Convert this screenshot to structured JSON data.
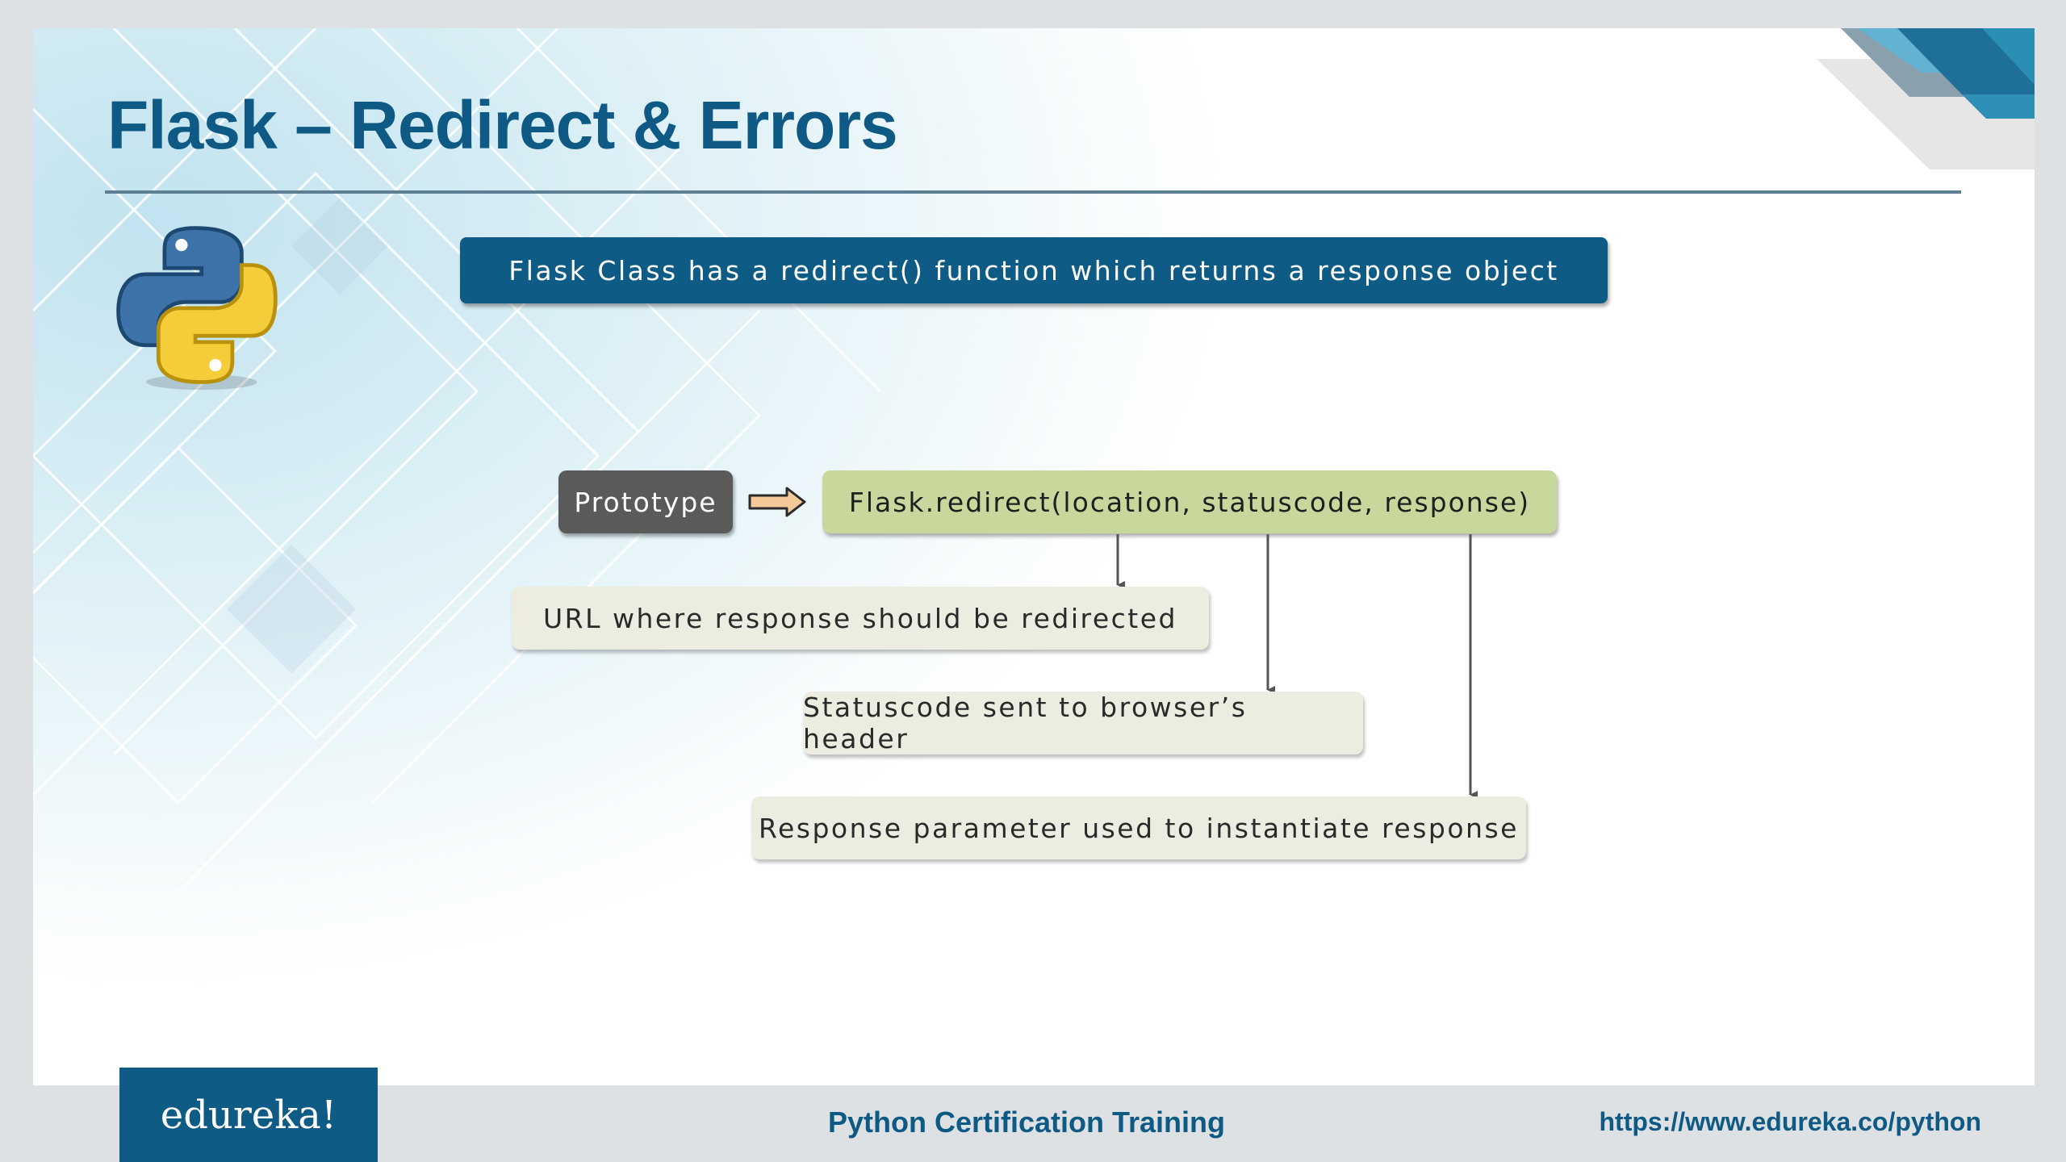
{
  "slide": {
    "title": "Flask – Redirect & Errors",
    "banner_text": "Flask Class has a redirect() function which returns a response object",
    "diagram": {
      "prototype_label": "Prototype",
      "arrow_icon": "right-arrow-icon",
      "signature": "Flask.redirect(location, statuscode, response)",
      "parameters": [
        {
          "name": "location",
          "description": "URL where response should be redirected"
        },
        {
          "name": "statuscode",
          "description": "Statuscode sent to browser’s header"
        },
        {
          "name": "response",
          "description": "Response parameter used to instantiate response"
        }
      ]
    },
    "logo_icon": "python-logo-icon"
  },
  "footer": {
    "brand": "edureka!",
    "course": "Python Certification Training",
    "url": "https://www.edureka.co/python"
  },
  "colors": {
    "brand_blue": "#0e5b86",
    "title_blue": "#0e5a84",
    "prototype_gray": "#5a5a5a",
    "signature_green": "#c8d89c",
    "description_bg": "#ecede0",
    "frame_gray": "#dde1e4"
  }
}
